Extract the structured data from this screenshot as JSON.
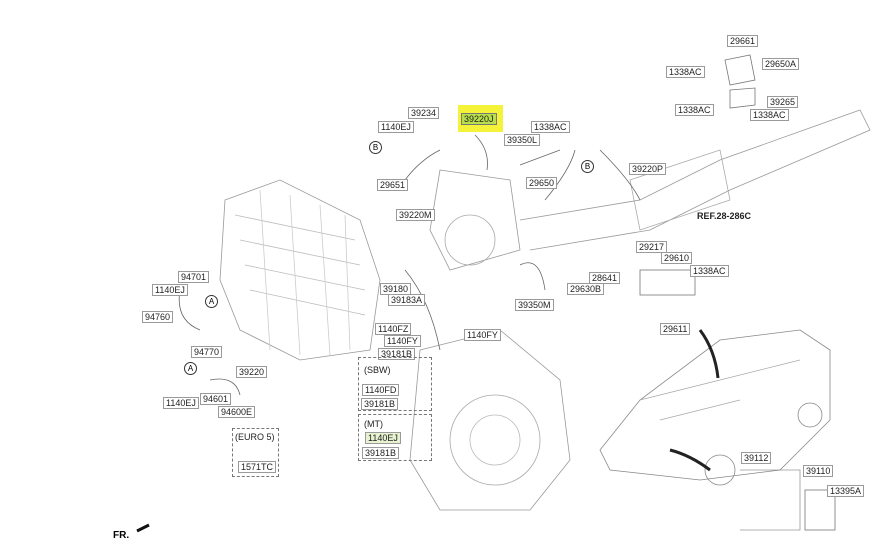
{
  "highlighted_part": "39220J",
  "colors": {
    "highlight": "#f5f23a",
    "label_highlight": "#b9df4a"
  },
  "labels": [
    {
      "id": "29661",
      "text": "29661"
    },
    {
      "id": "1338AC-a",
      "text": "1338AC"
    },
    {
      "id": "29650A",
      "text": "29650A"
    },
    {
      "id": "39265",
      "text": "39265"
    },
    {
      "id": "1338AC-b",
      "text": "1338AC"
    },
    {
      "id": "1338AC-c",
      "text": "1338AC"
    },
    {
      "id": "39234",
      "text": "39234"
    },
    {
      "id": "1140EJ-a",
      "text": "1140EJ"
    },
    {
      "id": "1338AC-d",
      "text": "1338AC"
    },
    {
      "id": "39350L",
      "text": "39350L"
    },
    {
      "id": "39220P",
      "text": "39220P"
    },
    {
      "id": "29651",
      "text": "29651"
    },
    {
      "id": "29650",
      "text": "29650"
    },
    {
      "id": "39220M",
      "text": "39220M"
    },
    {
      "id": "29217",
      "text": "29217"
    },
    {
      "id": "29610",
      "text": "29610"
    },
    {
      "id": "1338AC-e",
      "text": "1338AC"
    },
    {
      "id": "28641",
      "text": "28641"
    },
    {
      "id": "29630B",
      "text": "29630B"
    },
    {
      "id": "39350M",
      "text": "39350M"
    },
    {
      "id": "94701",
      "text": "94701"
    },
    {
      "id": "1140EJ-b",
      "text": "1140EJ"
    },
    {
      "id": "94760",
      "text": "94760"
    },
    {
      "id": "39180",
      "text": "39180"
    },
    {
      "id": "39183A",
      "text": "39183A"
    },
    {
      "id": "1140FZ",
      "text": "1140FZ"
    },
    {
      "id": "1140FY-a",
      "text": "1140FY"
    },
    {
      "id": "39181B-a",
      "text": "39181B"
    },
    {
      "id": "1140FY-b",
      "text": "1140FY"
    },
    {
      "id": "29611",
      "text": "29611"
    },
    {
      "id": "94770",
      "text": "94770"
    },
    {
      "id": "39220",
      "text": "39220"
    },
    {
      "id": "1140EJ-c",
      "text": "1140EJ"
    },
    {
      "id": "94601",
      "text": "94601"
    },
    {
      "id": "94600E",
      "text": "94600E"
    },
    {
      "id": "1140FD",
      "text": "1140FD"
    },
    {
      "id": "39181B-b",
      "text": "39181B"
    },
    {
      "id": "1140EJ-d",
      "text": "1140EJ"
    },
    {
      "id": "39181B-c",
      "text": "39181B"
    },
    {
      "id": "1571TC",
      "text": "1571TC"
    },
    {
      "id": "39112",
      "text": "39112"
    },
    {
      "id": "39110",
      "text": "39110"
    },
    {
      "id": "13395A",
      "text": "13395A"
    }
  ],
  "markers": {
    "a": "A",
    "b": "B"
  },
  "groups": {
    "sbw": "(SBW)",
    "mt": "(MT)",
    "euro5": "(EURO 5)"
  },
  "ref": "REF.28-286C",
  "front": "FR."
}
